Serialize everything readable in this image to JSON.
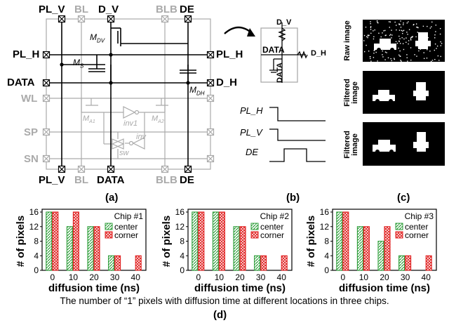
{
  "circuit": {
    "top_labels": [
      "PL_V",
      "BL",
      "D_V",
      "BLB",
      "DE"
    ],
    "bottom_labels": [
      "PL_V",
      "BL",
      "DATA",
      "BLB",
      "DE"
    ],
    "left_labels": [
      "PL_H",
      "DATA",
      "WL",
      "SP",
      "SN"
    ],
    "right_labels": [
      "PL_H",
      "D_H"
    ],
    "transistors": {
      "mdv": "M",
      "mdv_sub": "DV",
      "ms": "M",
      "ms_sub": "S",
      "mdh": "M",
      "mdh_sub": "DH",
      "ma1": "M",
      "ma1_sub": "A1",
      "ma2": "M",
      "ma2_sub": "A2"
    },
    "inverters": [
      "inv1",
      "inv"
    ],
    "switch": "sw"
  },
  "detail": {
    "top": "D_V",
    "left": "DATA",
    "right": "D_H",
    "bottom": "DATA"
  },
  "timing": {
    "signals": [
      "PL_H",
      "PL_V",
      "DE"
    ]
  },
  "images": {
    "labels": [
      "Raw image",
      "Filtered image",
      "Filtered image"
    ]
  },
  "panel_labels": {
    "a": "(a)",
    "b": "(b)",
    "c": "(c)",
    "d": "(d)"
  },
  "chart_data": [
    {
      "type": "bar",
      "title": "Chip #1",
      "categories": [
        "0",
        "10",
        "20",
        "30",
        "40"
      ],
      "series": [
        {
          "name": "center",
          "values": [
            16,
            12,
            12,
            4,
            0
          ]
        },
        {
          "name": "corner",
          "values": [
            16,
            16,
            12,
            4,
            4
          ]
        }
      ],
      "xlabel": "diffusion time (ns)",
      "ylabel": "# of pixels",
      "ylim": [
        0,
        16
      ],
      "yticks": [
        0,
        4,
        8,
        12,
        16
      ],
      "legend": "top-right"
    },
    {
      "type": "bar",
      "title": "Chip #2",
      "categories": [
        "0",
        "10",
        "20",
        "30",
        "40"
      ],
      "series": [
        {
          "name": "center",
          "values": [
            16,
            16,
            12,
            4,
            0
          ]
        },
        {
          "name": "corner",
          "values": [
            16,
            16,
            12,
            4,
            4
          ]
        }
      ],
      "xlabel": "diffusion time (ns)",
      "ylabel": "# of pixels",
      "ylim": [
        0,
        16
      ],
      "yticks": [
        0,
        4,
        8,
        12,
        16
      ],
      "legend": "top-right"
    },
    {
      "type": "bar",
      "title": "Chip #3",
      "categories": [
        "0",
        "10",
        "20",
        "30",
        "40"
      ],
      "series": [
        {
          "name": "center",
          "values": [
            16,
            12,
            8,
            4,
            0
          ]
        },
        {
          "name": "corner",
          "values": [
            16,
            12,
            12,
            4,
            4
          ]
        }
      ],
      "xlabel": "diffusion time (ns)",
      "ylabel": "# of pixels",
      "ylim": [
        0,
        16
      ],
      "yticks": [
        0,
        4,
        8,
        12,
        16
      ],
      "legend": "top-right"
    }
  ],
  "caption": "The number of “1” pixels with diffusion time at different locations in three chips.",
  "colors": {
    "center": "#2e9e3a",
    "corner": "#e02020",
    "gray": "#aaaaaa"
  }
}
